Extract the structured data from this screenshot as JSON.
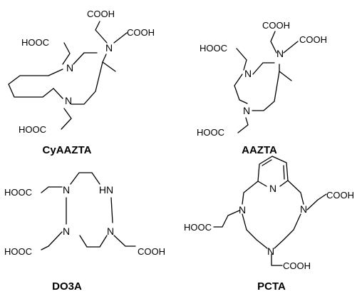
{
  "atoms": {
    "N": "N",
    "HN": "HN"
  },
  "groups": {
    "cooh": "COOH",
    "hooc": "HOOC"
  },
  "molecules": {
    "cyaazta": {
      "name": "CyAAZTA"
    },
    "aazta": {
      "name": "AAZTA"
    },
    "do3a": {
      "name": "DO3A"
    },
    "pcta": {
      "name": "PCTA"
    }
  }
}
